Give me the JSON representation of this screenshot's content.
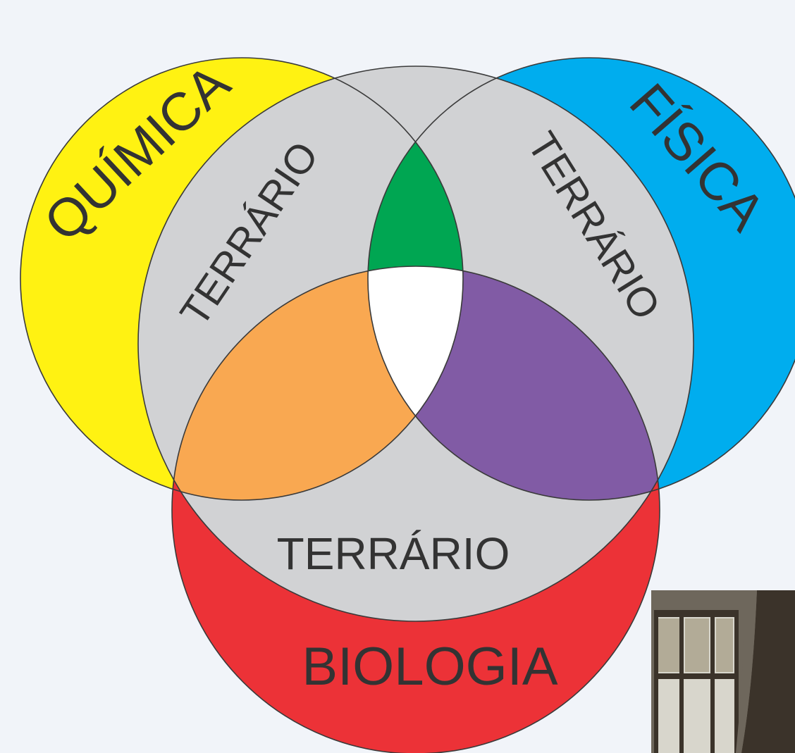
{
  "diagram": {
    "sets": [
      {
        "name": "QUÍMICA",
        "color": "#fff212"
      },
      {
        "name": "FÍSICA",
        "color": "#00adee"
      },
      {
        "name": "BIOLOGIA",
        "color": "#ec3237"
      }
    ],
    "core_label": "TERRÁRIO",
    "core_color": "#d1d2d4",
    "intersection_colors": {
      "quimica_fisica": "#00a652",
      "quimica_biologia": "#f9a851",
      "fisica_biologia": "#815ba5",
      "all_three": "#ffffff"
    }
  },
  "photo": {
    "icon": "window-curtain-photo",
    "colors": [
      "#6e675c",
      "#d8d6cc",
      "#3b332a",
      "#b2ab97"
    ]
  }
}
